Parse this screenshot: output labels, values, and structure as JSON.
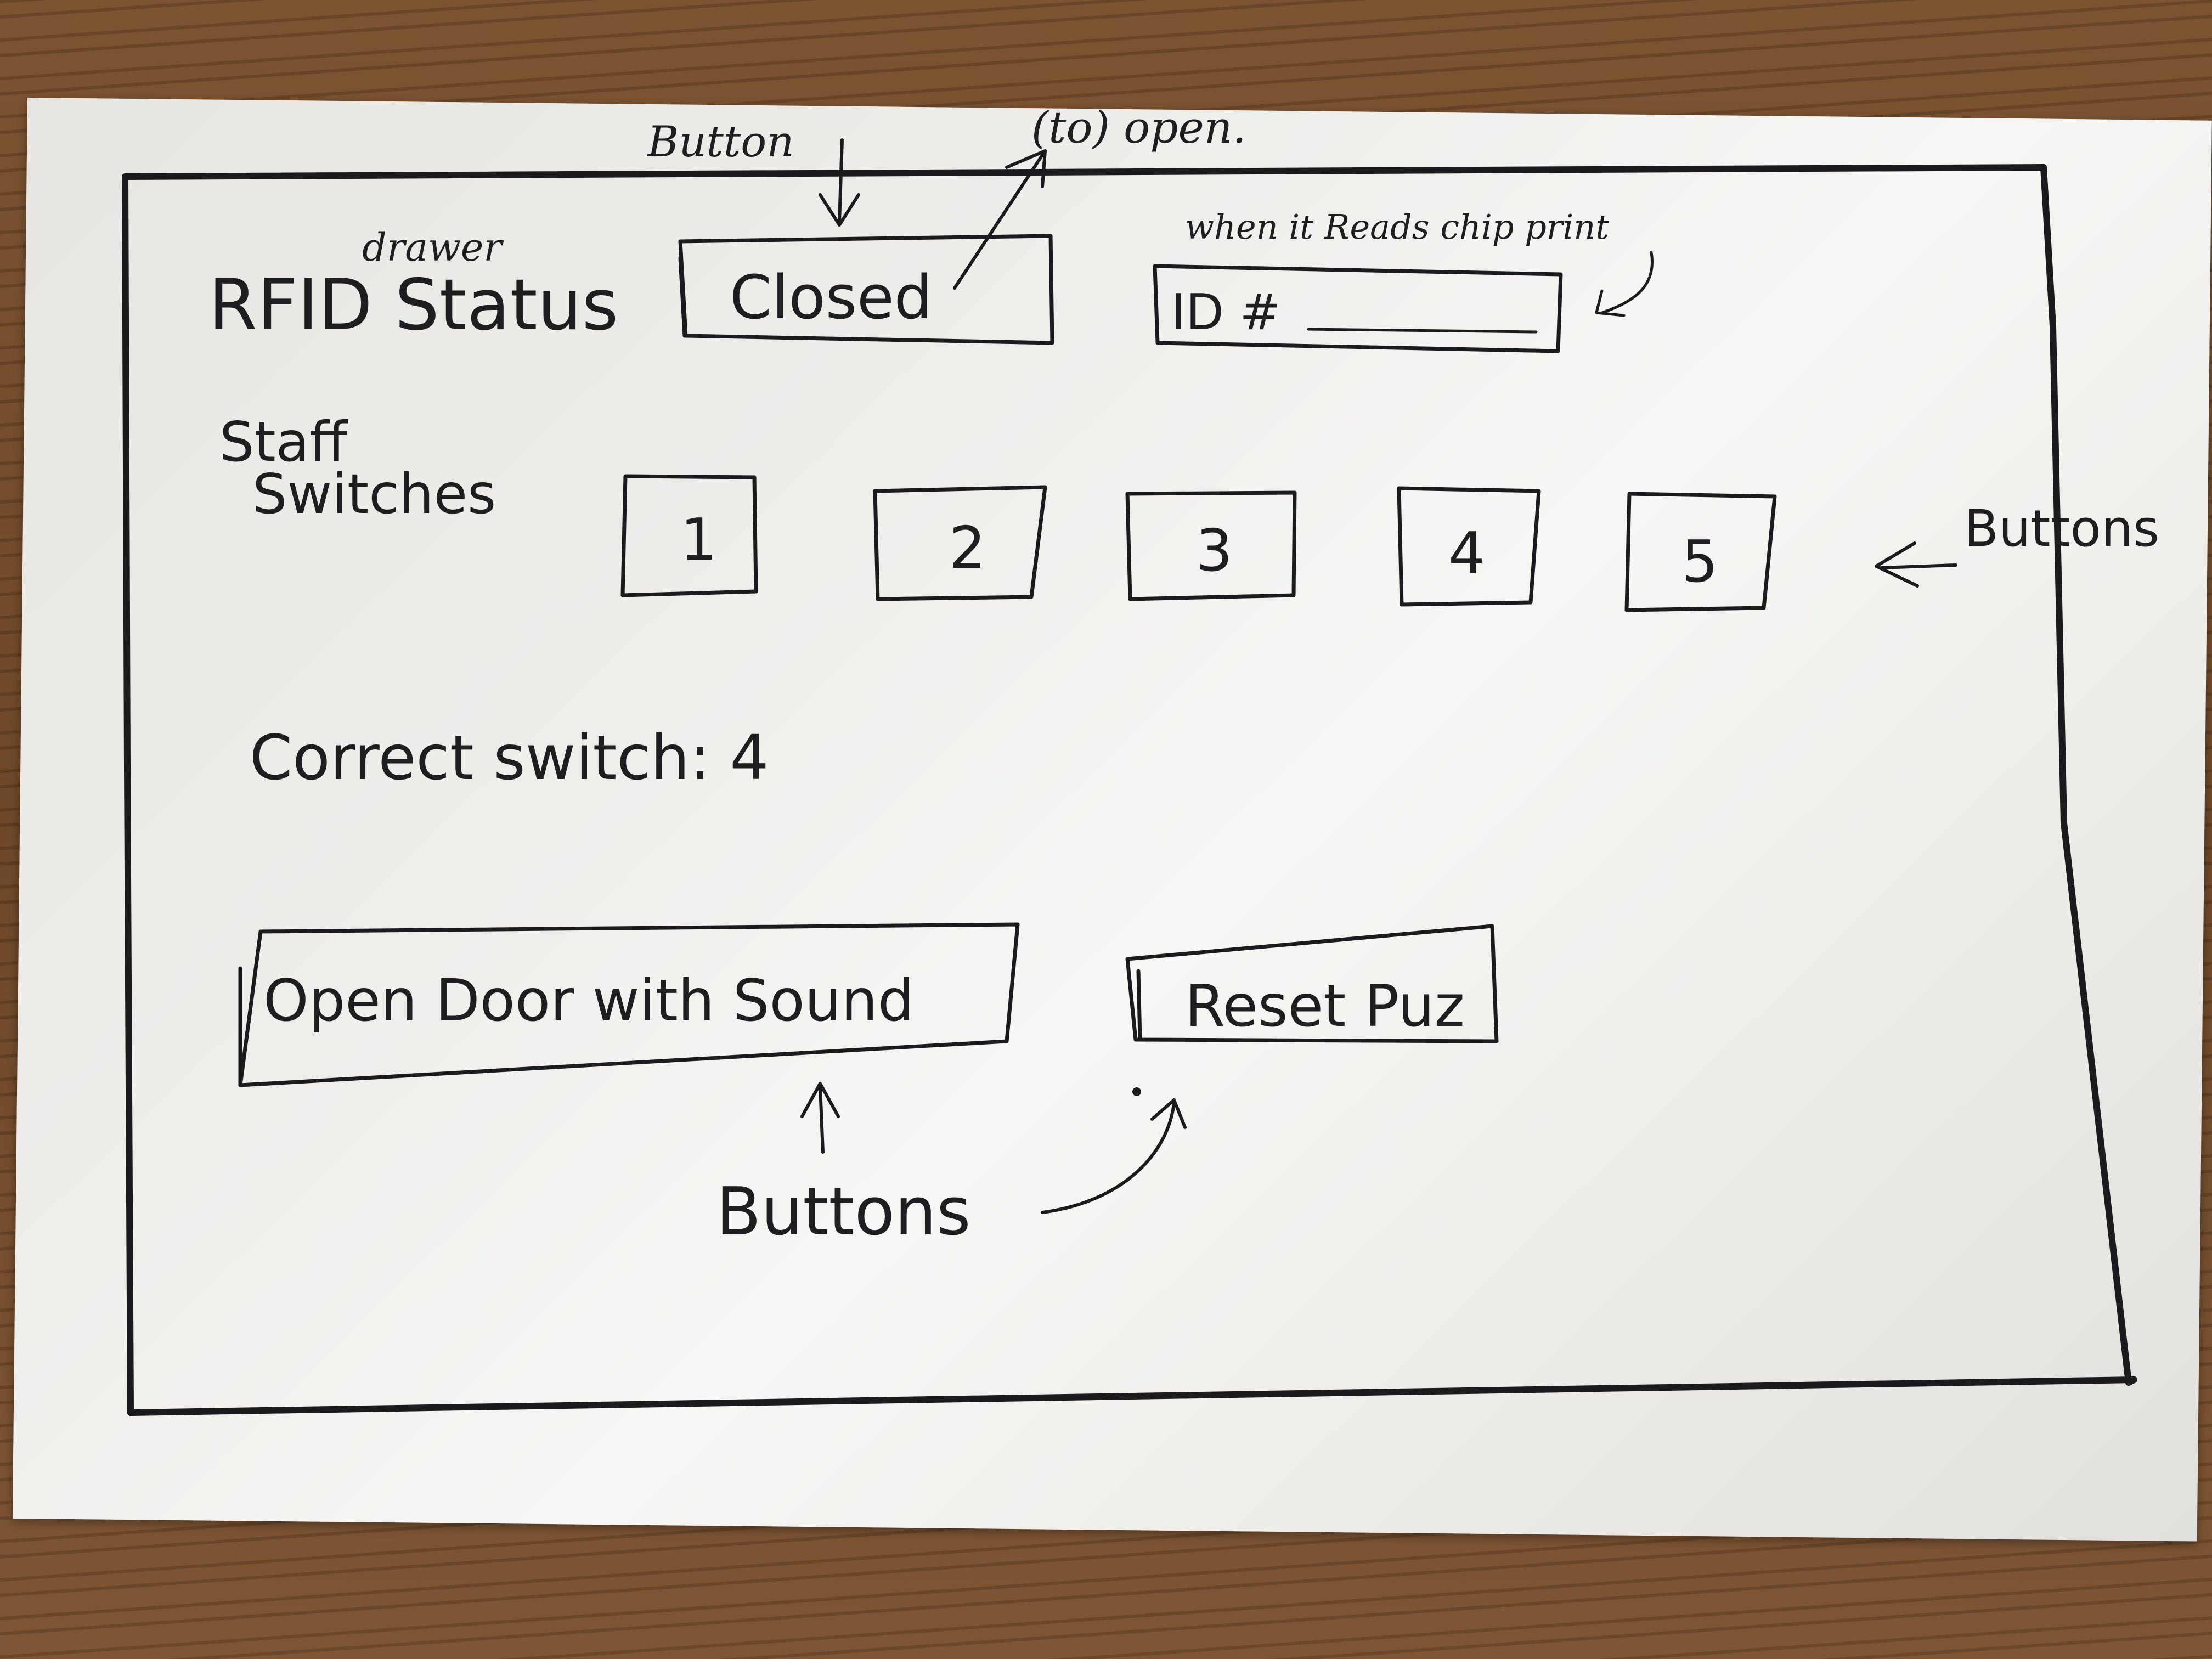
{
  "labels": {
    "rfid_status": "RFID Status",
    "drawer_annotation": "drawer",
    "staff_switches_line1": "Staff",
    "staff_switches_line2": "Switches",
    "id_field": "ID #",
    "correct_switch": "Correct switch: 4"
  },
  "buttons": {
    "drawer_status": "Closed",
    "switches": [
      "1",
      "2",
      "3",
      "4",
      "5"
    ],
    "open_door": "Open Door with Sound",
    "reset": "Reset Puz"
  },
  "annotations": {
    "button_top": "Button",
    "to_open": "(to) open.",
    "chip_note": "when it Reads chip print",
    "buttons_right": "Buttons",
    "buttons_bottom": "Buttons"
  }
}
